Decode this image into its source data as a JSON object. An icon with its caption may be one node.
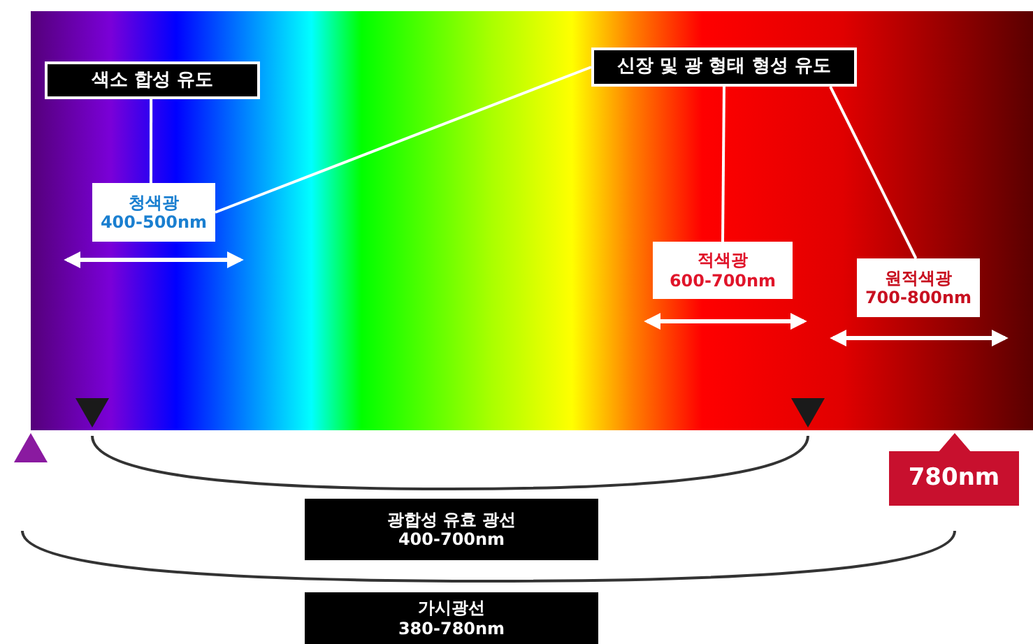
{
  "diagram": {
    "nodes": [
      {
        "text": [
          "색소 합성 유도"
        ]
      },
      {
        "text": [
          "청색광",
          "400-500nm"
        ]
      },
      {
        "text": [
          "신장 및 광 형태 형성 유도"
        ]
      },
      {
        "text": [
          "적색광",
          "600-700nm"
        ]
      },
      {
        "text": [
          "원적색광",
          "700-800nm"
        ]
      },
      {
        "text": [
          "780nm"
        ]
      },
      {
        "text": [
          "광합성 유효 광선",
          "400-700nm"
        ]
      },
      {
        "text": [
          "가시광선",
          "380-780nm"
        ]
      }
    ],
    "edges": [
      {
        "from": 0,
        "to": 1,
        "arrow": "none"
      },
      {
        "from": 2,
        "to": 1,
        "arrow": "none"
      },
      {
        "from": 2,
        "to": 3,
        "arrow": "none"
      },
      {
        "from": 2,
        "to": 4,
        "arrow": "none"
      }
    ]
  }
}
